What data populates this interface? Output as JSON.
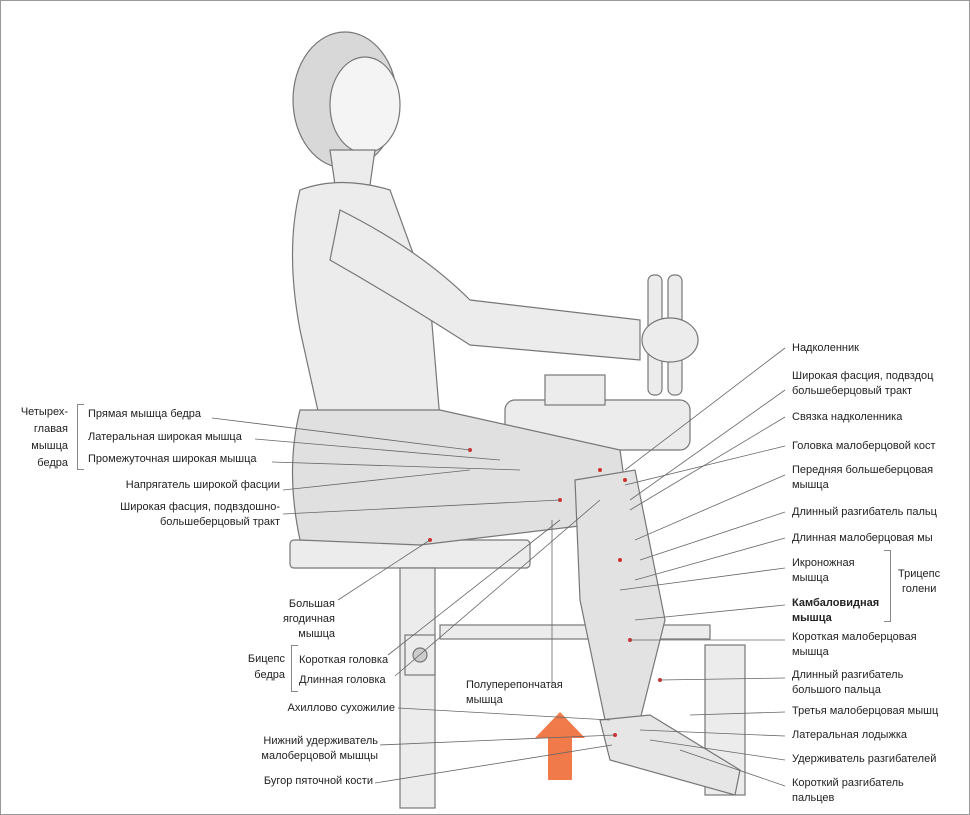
{
  "left_labels": {
    "quadriceps_group": "Четырех-\nглавая\nмышца\nбедра",
    "quadriceps_group_lines": [
      "Четырех-",
      "главая",
      "мышца",
      "бедра"
    ],
    "rectus_femoris": "Прямая мышца бедра",
    "vastus_lateralis": "Латеральная широкая мышца",
    "vastus_intermedius": "Промежуточная широкая мышца",
    "tensor_fasciae": "Напрягатель широкой фасции",
    "fascia_lata_1": "Широкая фасция, подвздошно-",
    "fascia_lata_2": "большеберцовый тракт",
    "gluteus_1": "Большая",
    "gluteus_2": "ягодичная",
    "gluteus_3": "мышца",
    "biceps_group_1": "Бицепс",
    "biceps_group_2": "бедра",
    "short_head": "Короткая головка",
    "long_head": "Длинная головка",
    "achilles": "Ахиллово сухожилие",
    "retinaculum_1": "Нижний удерживатель",
    "retinaculum_2": "малоберцовой мышцы",
    "calcaneal": "Бугор пяточной кости"
  },
  "center_labels": {
    "semimembranosus_1": "Полуперепончатая",
    "semimembranosus_2": "мышца"
  },
  "right_labels": {
    "patella": "Надколенник",
    "fascia_1": "Широкая фасция, подвздоц",
    "fascia_2": "большеберцовый тракт",
    "patellar_ligament": "Связка надколенника",
    "fibula_head": "Головка малоберцовой кост",
    "tibialis_1": "Передняя большеберцовая",
    "tibialis_2": "мышца",
    "ext_digitorum": "Длинный разгибатель пальц",
    "peroneus_longus": "Длинная малоберцовая мы",
    "gastrocnemius_1": "Икроножная",
    "gastrocnemius_2": "мышца",
    "soleus_1": "Камбаловидная",
    "soleus_2": "мышца",
    "triceps_1": "Трицепс",
    "triceps_2": "голени",
    "peroneus_brevis_1": "Короткая малоберцовая",
    "peroneus_brevis_2": "мышца",
    "ext_hallucis_1": "Длинный разгибатель",
    "ext_hallucis_2": "большого пальца",
    "peroneus_tertius": "Третья малоберцовая мышц",
    "lateral_malleolus": "Латеральная лодыжка",
    "ext_retinaculum": "Удерживатель разгибателей",
    "ext_brevis_1": "Короткий разгибатель",
    "ext_brevis_2": "пальцев"
  },
  "colors": {
    "arrow": "#f07a4a",
    "muscle_dot": "#d03030"
  }
}
